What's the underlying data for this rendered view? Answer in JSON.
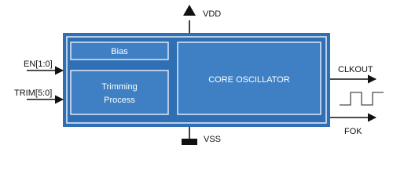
{
  "diagram": {
    "pins": {
      "vdd": "VDD",
      "vss": "VSS",
      "en": "EN[1:0]",
      "trim": "TRIM[5:0]",
      "clkout": "CLKOUT",
      "fok": "FOK"
    },
    "blocks": {
      "bias": "Bias",
      "trimming_line1": "Trimming",
      "trimming_line2": "Process",
      "core": "CORE OSCILLATOR"
    },
    "colors": {
      "outer_fill": "#2e6fb5",
      "outer_inner_border": "#e8eef6",
      "block_fill": "#3f80c5",
      "block_border": "#e0e8f4",
      "line": "#111111"
    }
  }
}
